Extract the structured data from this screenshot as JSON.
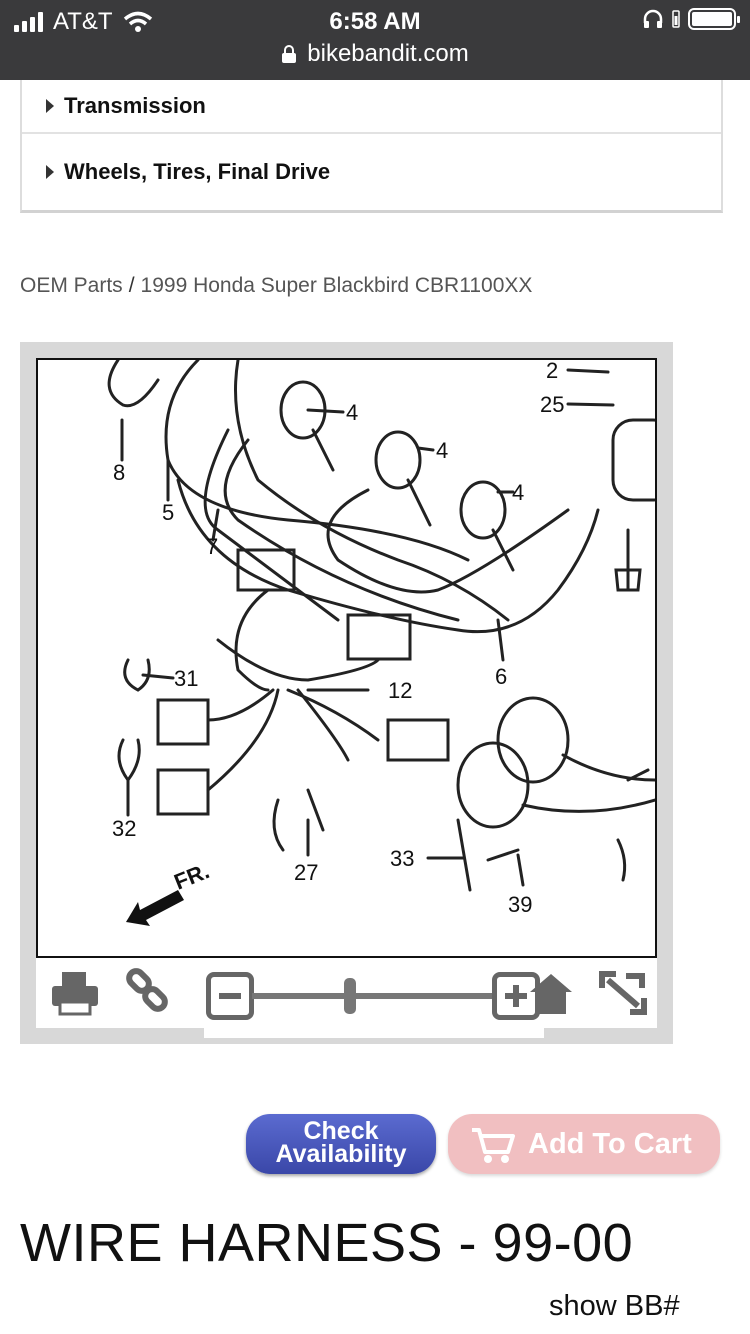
{
  "status_bar": {
    "carrier": "AT&T",
    "time": "6:58 AM",
    "url": "bikebandit.com",
    "icons": [
      "signal-icon",
      "wifi-icon",
      "headphones-icon",
      "battery-icon",
      "lock-icon"
    ]
  },
  "categories": [
    {
      "label": "Transmission"
    },
    {
      "label": "Wheels, Tires, Final Drive"
    }
  ],
  "breadcrumb": {
    "root": "OEM Parts",
    "separator": "/",
    "current": "1999 Honda Super Blackbird CBR1100XX"
  },
  "diagram": {
    "callouts": [
      "2",
      "25",
      "4",
      "4",
      "4",
      "8",
      "5",
      "7",
      "6",
      "31",
      "12",
      "32",
      "27",
      "33",
      "39"
    ],
    "direction_label": "FR.",
    "toolbar_icons": [
      "print-icon",
      "link-icon",
      "zoom-out-icon",
      "zoom-in-icon",
      "home-icon",
      "fullscreen-icon"
    ],
    "zoom_level": 0.4
  },
  "buttons": {
    "check_availability_line1": "Check",
    "check_availability_line2": "Availability",
    "add_to_cart": "Add To Cart"
  },
  "colors": {
    "check_button": "#4452b8",
    "cart_button": "#f1bfc1",
    "topbar": "#3a3a3c"
  },
  "product": {
    "title": "WIRE HARNESS - 99-00",
    "show_bb": "show BB#"
  }
}
